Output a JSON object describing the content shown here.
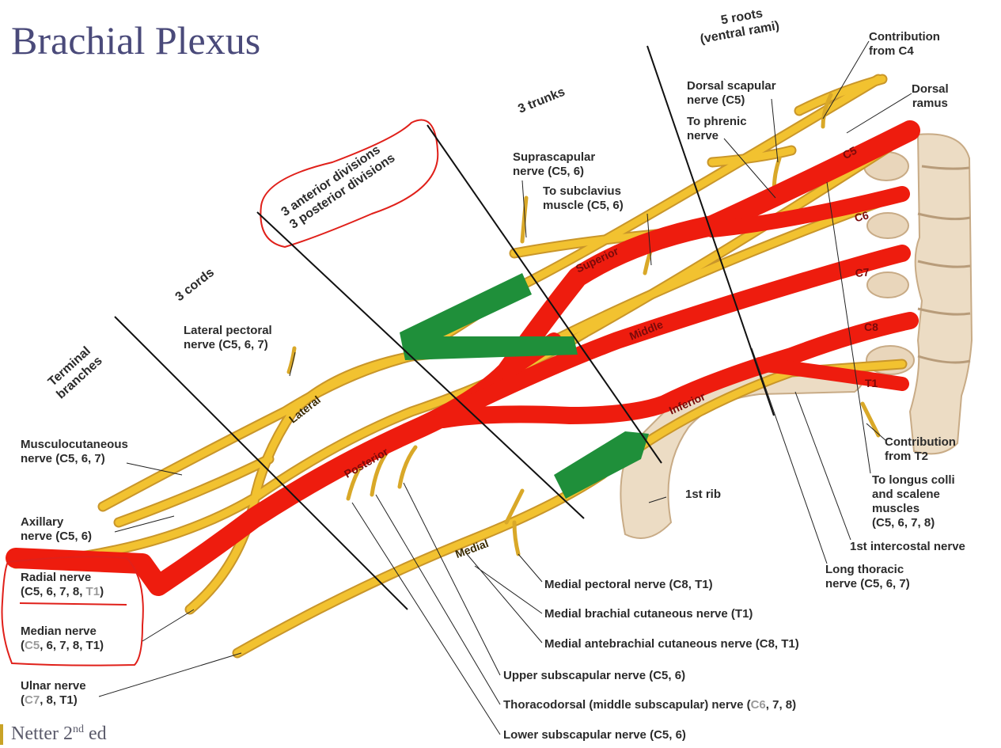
{
  "title": "Brachial Plexus",
  "footer": {
    "text": "Netter 2",
    "sup": "nd",
    "suffix": " ed"
  },
  "group_labels": {
    "roots": [
      "5 roots",
      "(ventral rami)"
    ],
    "trunks": "3 trunks",
    "divisions": [
      "3 anterior divisions",
      "3 posterior divisions"
    ],
    "cords": "3 cords",
    "terminal": [
      "Terminal",
      "branches"
    ]
  },
  "segment_labels": {
    "superior": "Superior",
    "middle": "Middle",
    "inferior": "Inferior",
    "lateral": "Lateral",
    "posterior": "Posterior",
    "medial": "Medial",
    "c5": "C5",
    "c6": "C6",
    "c7": "C7",
    "c8": "C8",
    "t1": "T1",
    "rib": "1st rib"
  },
  "labels": {
    "contribution_c4": [
      "Contribution",
      "from C4"
    ],
    "dorsal_ramus": [
      "Dorsal",
      "ramus"
    ],
    "dorsal_scapular": [
      "Dorsal scapular",
      "nerve (C5)"
    ],
    "phrenic": [
      "To phrenic",
      "nerve"
    ],
    "suprascapular": [
      "Suprascapular",
      "nerve (C5, 6)"
    ],
    "subclavius": [
      "To subclavius",
      "muscle (C5, 6)"
    ],
    "lateral_pectoral": [
      "Lateral pectoral",
      "nerve (C5, 6, 7)"
    ],
    "musculocutaneous": [
      "Musculocutaneous",
      "nerve (C5, 6, 7)"
    ],
    "axillary": [
      "Axillary",
      "nerve (C5, 6)"
    ],
    "radial": {
      "line1": "Radial nerve",
      "line2_main": "(C5, 6, 7, 8, ",
      "line2_gray": "T1",
      "line2_end": ")"
    },
    "median": {
      "line1": "Median nerve",
      "line2_open": "(",
      "line2_gray": "C5",
      "line2_main": ", 6, 7, 8, T1)"
    },
    "ulnar": {
      "line1": "Ulnar nerve",
      "line2_open": "(",
      "line2_gray": "C7",
      "line2_main": ", 8, T1)"
    },
    "contribution_t2": [
      "Contribution",
      "from T2"
    ],
    "longus_colli": [
      "To longus colli",
      "and scalene",
      "muscles",
      "(C5, 6, 7, 8)"
    ],
    "first_intercostal": "1st intercostal nerve",
    "long_thoracic": [
      "Long thoracic",
      "nerve (C5, 6, 7)"
    ],
    "medial_pectoral": "Medial pectoral nerve (C8, T1)",
    "medial_brachial": "Medial brachial cutaneous nerve (T1)",
    "medial_antebrachial": "Medial antebrachial cutaneous nerve (C8, T1)",
    "upper_subscapular": "Upper subscapular nerve (C5, 6)",
    "thoracodorsal": {
      "main": "Thoracodorsal (middle subscapular) nerve (",
      "gray": "C6",
      "end": ", 7, 8)"
    },
    "lower_subscapular": "Lower subscapular nerve (C5, 6)"
  },
  "colors": {
    "nerve_yellow": "#f2c230",
    "nerve_outline": "#c9962a",
    "highlight_red": "#ee1c0e",
    "highlight_green": "#1f8f3a",
    "annotation_circle": "#e0201a",
    "bone": "#ecdcc4",
    "bone_shade": "#c8ab86"
  }
}
